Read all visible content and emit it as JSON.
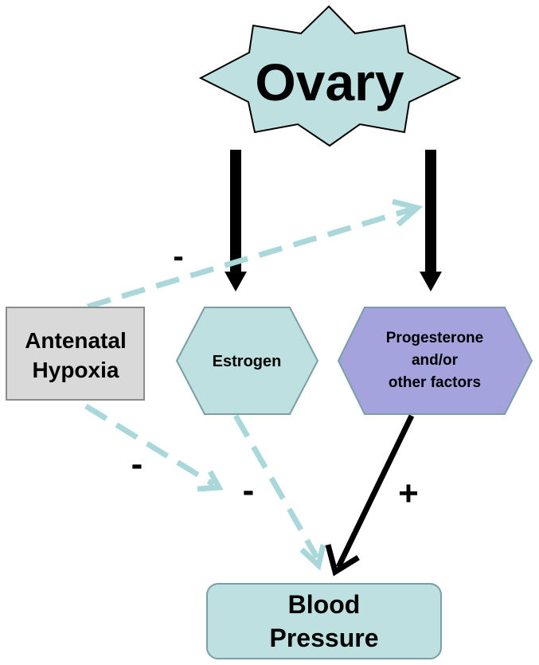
{
  "colors": {
    "light_teal": "#bfe0e1",
    "node_stroke": "#7a9ea6",
    "purple": "#a5a3de",
    "gray": "#d9d9d9",
    "dashed_arrow": "#a9d7da",
    "solid_arrow": "#000000"
  },
  "nodes": {
    "ovary": "Ovary",
    "hypoxia": [
      "Antenatal",
      "Hypoxia"
    ],
    "estrogen": "Estrogen",
    "progesterone": [
      "Progesterone",
      "and/or",
      "other factors"
    ],
    "blood_pressure": [
      "Blood",
      "Pressure"
    ]
  },
  "signs": {
    "hypoxia_to_progesterone": "-",
    "hypoxia_to_bp": "-",
    "estrogen_to_bp": "-",
    "progesterone_to_bp": "+"
  }
}
